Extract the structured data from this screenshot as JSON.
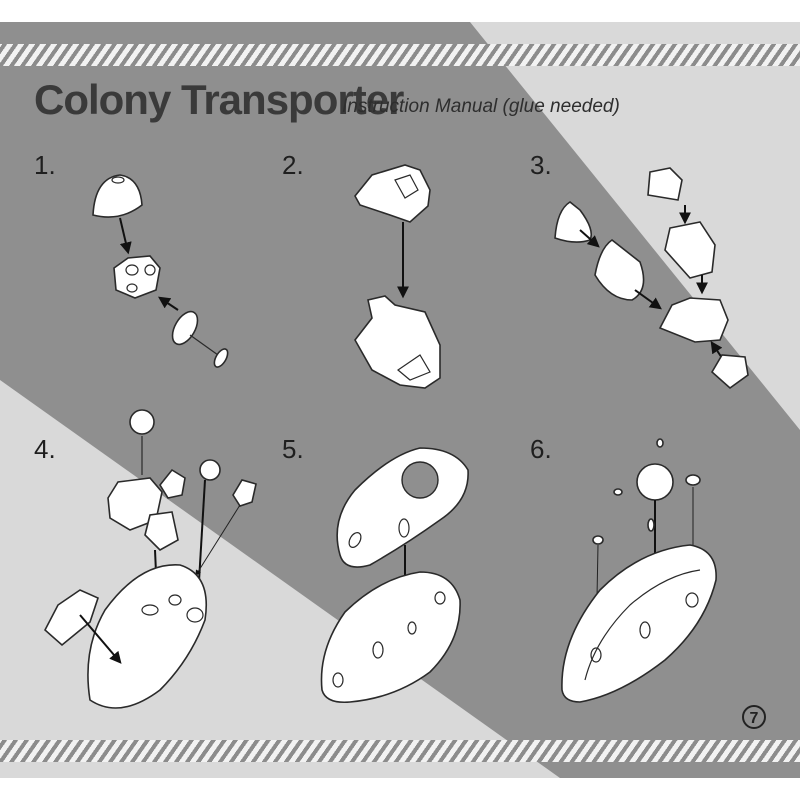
{
  "header": {
    "title": "Colony Transporter",
    "subtitle": "Instruction Manual (glue needed)"
  },
  "steps": [
    {
      "label": "1."
    },
    {
      "label": "2."
    },
    {
      "label": "3."
    },
    {
      "label": "4."
    },
    {
      "label": "5."
    },
    {
      "label": "6."
    }
  ],
  "footer": {
    "page_number": "7"
  },
  "colors": {
    "band_dark": "#8f8f8f",
    "band_light": "#d9d9d9",
    "text": "#3a3a3a"
  }
}
